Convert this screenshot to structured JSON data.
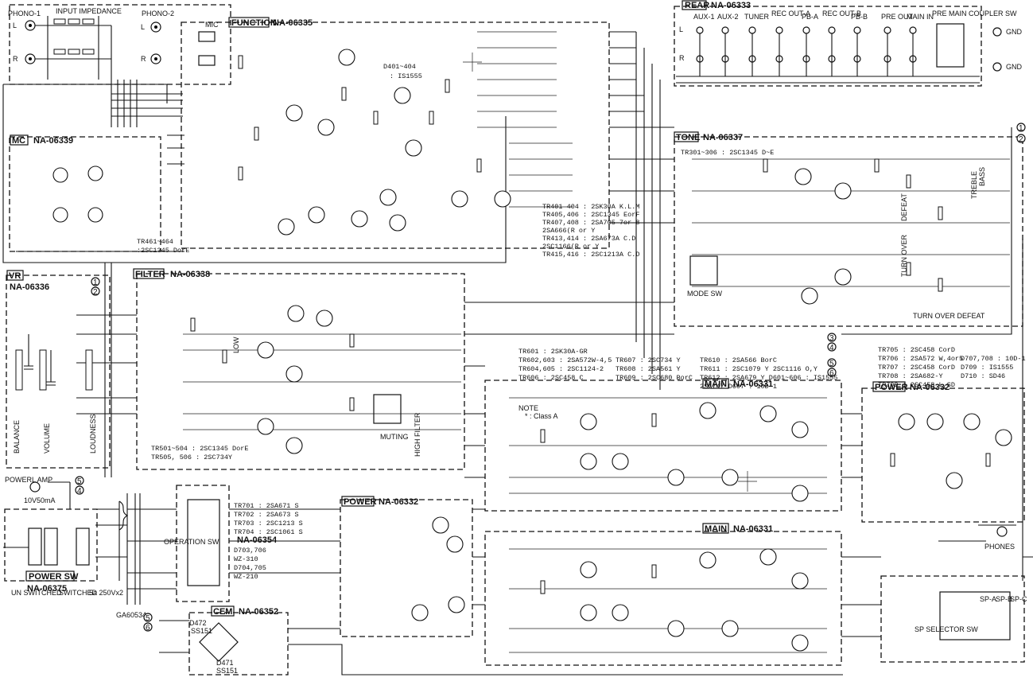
{
  "blocks": {
    "rear": {
      "name": "REAR",
      "code": "NA-06333"
    },
    "function": {
      "name": "FUNCTION",
      "code": "NA-06335"
    },
    "mc": {
      "name": "MC",
      "code": "NA-06339"
    },
    "tone": {
      "name": "TONE",
      "code": "NA-06337"
    },
    "vr": {
      "name": "VR",
      "code": "NA-06336"
    },
    "filter": {
      "name": "FILTER",
      "code": "NA-06338"
    },
    "main_top": {
      "name": "MAIN",
      "code": "NA-06331"
    },
    "main_bottom": {
      "name": "MAIN",
      "code": "NA-06331"
    },
    "power_right": {
      "name": "POWER",
      "code": "NA-06332"
    },
    "power_mid": {
      "name": "POWER",
      "code": "NA-06332"
    },
    "cem": {
      "name": "CEM",
      "code": "NA-06352"
    },
    "operation": {
      "code": "NA-06354"
    },
    "power_sw": {
      "name": "POWER SW",
      "code": "NA-06375"
    }
  },
  "inputs": {
    "phono1": "PHONO-1",
    "phono2": "PHONO-2",
    "input_impedance": "INPUT IMPEDANCE",
    "mic": "MIC",
    "aux1": "AUX-1",
    "aux2": "AUX-2",
    "tuner": "TUNER",
    "rec_out_a": "REC OUT-A",
    "pb_a": "PB-A",
    "rec_out_b": "REC OUT-B",
    "pb_b": "PB-B",
    "pre_out": "PRE OUT",
    "main_in": "MAIN IN",
    "pre_main_coupler": "PRE MAIN COUPLER SW",
    "gnd1": "GND",
    "gnd2": "GND",
    "l": "L",
    "r": "R"
  },
  "function_notes": {
    "diodes": "D401~404",
    "diode_type": ": IS1555",
    "tr_list": [
      "TR401  404  : 2SK30A K.L.M",
      "TR405,406   : 2SC1345 EorF",
      "TR407,408   : 2SA705-7or-8",
      "             2SA666(R or Y",
      "TR413,414   : 2SA673A C.D",
      "             2SC1166(R or Y",
      "TR415,416   : 2SC1213A C.D"
    ],
    "mc_note_1": "TR461~464",
    "mc_note_2": ":2SC1345 DorE"
  },
  "tone_notes": {
    "tr_list": "TR301~306 : 2SC1345 D~E",
    "mode_sw": "MODE SW",
    "turn_over_defeat": "TURN OVER DEFEAT",
    "bass": "BASS",
    "treble": "TREBLE",
    "defeat": "DEFEAT",
    "turn_over": "TURN OVER"
  },
  "vr_labels": {
    "balance": "BALANCE",
    "volume": "VOLUME",
    "loudness": "LOUDNESS"
  },
  "filter_notes": {
    "tr_1": "TR501~504 : 2SC1345 DorE",
    "tr_2": "TR505, 506 : 2SC734Y",
    "low": "LOW",
    "high_filter": "HIGH FILTER",
    "muting": "MUTING"
  },
  "main_parts_list": [
    "TR601           : 2SK30A-GR",
    "TR602,603     : 2SA572W-4,5",
    "TR604,605     : 2SC1124-2",
    "TR606           : 2SC458 C",
    "TR607  : 2SC734 Y",
    "TR608  : 2SA561 Y",
    "TR609  : 2SC680  BorC",
    "TR610  : 2SA566 BorC",
    "TR611  : 2SC1079 Y  2SC1116 O,Y",
    "TR612  : 2SA679 Y   D601~606 : IS1555",
    "             2SA747       D607      : 10D-1"
  ],
  "power_parts_list": [
    "TR705 : 2SC458 CorD",
    "TR706 : 2SA572 W,4or5",
    "TR707 : 2SC458 CorD",
    "TR708 : 2SA682-Y",
    "TR709 : 2SC458 L,SD",
    "D707,708 : 10D-1",
    "D709     : IS1555",
    "D710     : SD46"
  ],
  "operation_parts": [
    "TR701 : 2SA671 S",
    "TR702 : 2SA673 S",
    "TR703 : 2SC1213 S",
    "TR704 : 2SC1061 S",
    "D703,706",
    "           WZ-310",
    "D704,705",
    "           WZ-210"
  ],
  "misc": {
    "operation_sw": "OPERATION SW",
    "power_l_amp": "POWERL AMP",
    "power_l_amp_sub": "10V50mA",
    "un_switched": "UN SWITCHED",
    "switched": "SWITCHED",
    "fuse": "5a  250Vx2",
    "ga_code": "GA60534",
    "phones": "PHONES",
    "sp_selector": "SP SELECTOR SW",
    "sp_a": "SP-A",
    "sp_b": "SP-B",
    "sp_c": "SP-C",
    "d471": "D471",
    "d472": "D472",
    "d_type": "SS151",
    "note": "NOTE",
    "note_sub": "* : Class A"
  },
  "marker_numbers": [
    "1",
    "2",
    "3",
    "4",
    "5",
    "6"
  ]
}
